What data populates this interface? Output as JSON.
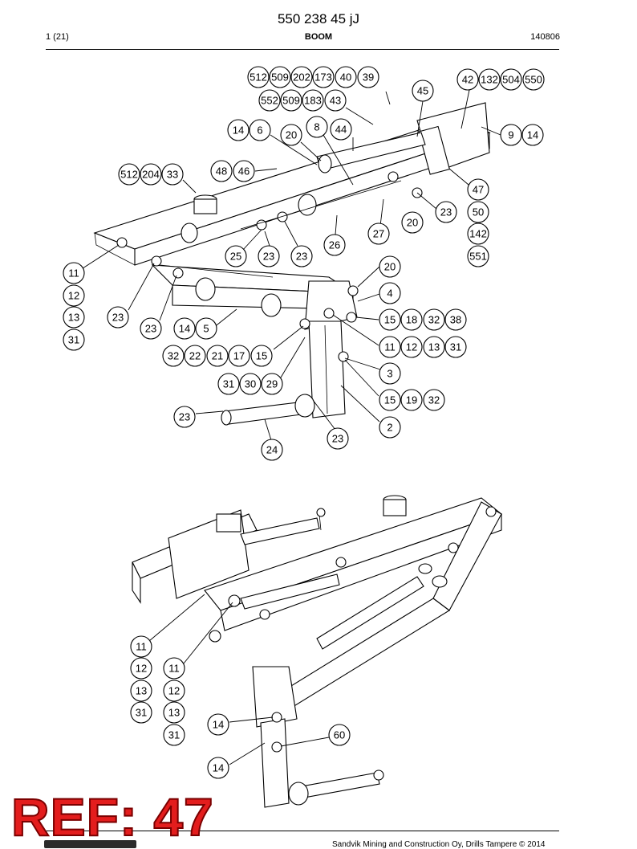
{
  "header": {
    "doc_number": "550 238 45 jJ",
    "page": "1 (21)",
    "section": "BOOM",
    "code": "140806"
  },
  "footer": {
    "copyright": "Sandvik Mining and Construction Oy, Drills Tampere © 2014",
    "ref_stamp": "REF: 47"
  },
  "upper_view": {
    "callouts": [
      {
        "id": "c1",
        "label": "512"
      },
      {
        "id": "c2",
        "label": "509"
      },
      {
        "id": "c3",
        "label": "202"
      },
      {
        "id": "c4",
        "label": "173"
      },
      {
        "id": "c5",
        "label": "40"
      },
      {
        "id": "c6",
        "label": "39"
      },
      {
        "id": "c7",
        "label": "552"
      },
      {
        "id": "c8",
        "label": "509"
      },
      {
        "id": "c9",
        "label": "183"
      },
      {
        "id": "c10",
        "label": "43"
      },
      {
        "id": "c11",
        "label": "42"
      },
      {
        "id": "c12",
        "label": "132"
      },
      {
        "id": "c13",
        "label": "504"
      },
      {
        "id": "c14",
        "label": "550"
      },
      {
        "id": "c15",
        "label": "45"
      },
      {
        "id": "c16",
        "label": "14"
      },
      {
        "id": "c17",
        "label": "6"
      },
      {
        "id": "c18",
        "label": "20"
      },
      {
        "id": "c19",
        "label": "8"
      },
      {
        "id": "c20",
        "label": "44"
      },
      {
        "id": "c21",
        "label": "9"
      },
      {
        "id": "c22",
        "label": "14"
      },
      {
        "id": "c23",
        "label": "512"
      },
      {
        "id": "c24",
        "label": "204"
      },
      {
        "id": "c25",
        "label": "33"
      },
      {
        "id": "c26",
        "label": "48"
      },
      {
        "id": "c27",
        "label": "46"
      },
      {
        "id": "c28",
        "label": "47"
      },
      {
        "id": "c29",
        "label": "23"
      },
      {
        "id": "c30",
        "label": "50"
      },
      {
        "id": "c31",
        "label": "20"
      },
      {
        "id": "c32",
        "label": "27"
      },
      {
        "id": "c33",
        "label": "142"
      },
      {
        "id": "c34",
        "label": "26"
      },
      {
        "id": "c35",
        "label": "551"
      },
      {
        "id": "c36",
        "label": "25"
      },
      {
        "id": "c37",
        "label": "23"
      },
      {
        "id": "c38",
        "label": "23"
      },
      {
        "id": "c39",
        "label": "20"
      },
      {
        "id": "c40",
        "label": "11"
      },
      {
        "id": "c41",
        "label": "12"
      },
      {
        "id": "c42",
        "label": "4"
      },
      {
        "id": "c43",
        "label": "13"
      },
      {
        "id": "c44",
        "label": "23"
      },
      {
        "id": "c45",
        "label": "23"
      },
      {
        "id": "c46",
        "label": "14"
      },
      {
        "id": "c47",
        "label": "5"
      },
      {
        "id": "c48",
        "label": "15"
      },
      {
        "id": "c49",
        "label": "18"
      },
      {
        "id": "c50",
        "label": "32"
      },
      {
        "id": "c51",
        "label": "38"
      },
      {
        "id": "c52",
        "label": "31"
      },
      {
        "id": "c53",
        "label": "11"
      },
      {
        "id": "c54",
        "label": "12"
      },
      {
        "id": "c55",
        "label": "13"
      },
      {
        "id": "c56",
        "label": "31"
      },
      {
        "id": "c57",
        "label": "32"
      },
      {
        "id": "c58",
        "label": "22"
      },
      {
        "id": "c59",
        "label": "21"
      },
      {
        "id": "c60",
        "label": "17"
      },
      {
        "id": "c61",
        "label": "15"
      },
      {
        "id": "c62",
        "label": "3"
      },
      {
        "id": "c63",
        "label": "31"
      },
      {
        "id": "c64",
        "label": "30"
      },
      {
        "id": "c65",
        "label": "29"
      },
      {
        "id": "c66",
        "label": "15"
      },
      {
        "id": "c67",
        "label": "19"
      },
      {
        "id": "c68",
        "label": "32"
      },
      {
        "id": "c69",
        "label": "23"
      },
      {
        "id": "c70",
        "label": "2"
      },
      {
        "id": "c71",
        "label": "23"
      },
      {
        "id": "c72",
        "label": "24"
      }
    ]
  },
  "lower_view": {
    "callouts": [
      {
        "id": "d1",
        "label": "11"
      },
      {
        "id": "d2",
        "label": "12"
      },
      {
        "id": "d3",
        "label": "11"
      },
      {
        "id": "d4",
        "label": "13"
      },
      {
        "id": "d5",
        "label": "12"
      },
      {
        "id": "d6",
        "label": "31"
      },
      {
        "id": "d7",
        "label": "13"
      },
      {
        "id": "d8",
        "label": "14"
      },
      {
        "id": "d9",
        "label": "31"
      },
      {
        "id": "d10",
        "label": "60"
      },
      {
        "id": "d11",
        "label": "14"
      }
    ]
  }
}
